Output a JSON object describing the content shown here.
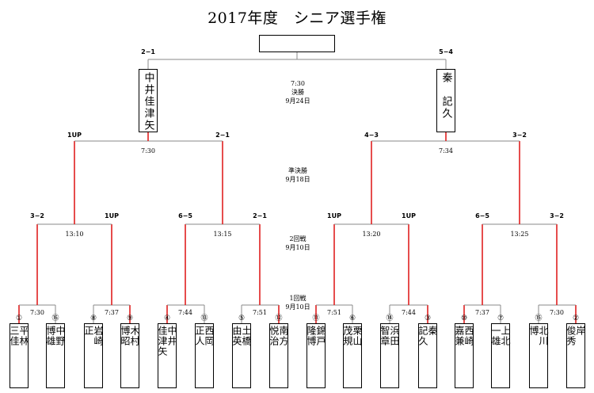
{
  "title": "2017年度　シニア選手権",
  "final": {
    "left_score": "2−1",
    "right_score": "5−4",
    "time": "7:30",
    "label": "決勝",
    "date": "9月24日",
    "left_finalist": "中井佳津矢",
    "right_finalist": "秦　記久"
  },
  "semifinal": {
    "label": "準決勝",
    "date": "9月18日",
    "matches": [
      {
        "left_score": "1UP",
        "right_score": "2−1",
        "time": "7:30"
      },
      {
        "left_score": "4−3",
        "right_score": "3−2",
        "time": "7:34"
      }
    ]
  },
  "round2": {
    "label": "2回戦",
    "date": "9月10日",
    "matches": [
      {
        "left_score": "3−2",
        "right_score": "1UP",
        "time": "13:10"
      },
      {
        "left_score": "6−5",
        "right_score": "2−1",
        "time": "13:15"
      },
      {
        "left_score": "1UP",
        "right_score": "1UP",
        "time": "13:20"
      },
      {
        "left_score": "6−5",
        "right_score": "3−2",
        "time": "13:25"
      }
    ]
  },
  "round1": {
    "label": "1回戦",
    "date": "9月10日",
    "matches": [
      {
        "time": "7:30"
      },
      {
        "time": "7:37"
      },
      {
        "time": "7:44"
      },
      {
        "time": "7:51"
      },
      {
        "time": "7:51"
      },
      {
        "time": "7:44"
      },
      {
        "time": "7:37"
      },
      {
        "time": "7:30"
      }
    ]
  },
  "players": [
    {
      "seed": "①",
      "col1": "平林",
      "col2": "三佳"
    },
    {
      "seed": "⑯",
      "col1": "中野",
      "col2": "博雄"
    },
    {
      "seed": "⑧",
      "col1": "岩崎",
      "col2": "正"
    },
    {
      "seed": "⑨",
      "col1": "木村",
      "col2": "博昭"
    },
    {
      "seed": "④",
      "col1": "中井",
      "col2": "佳津矢"
    },
    {
      "seed": "⑬",
      "col1": "西岡",
      "col2": "正人"
    },
    {
      "seed": "⑤",
      "col1": "土橋",
      "col2": "由英"
    },
    {
      "seed": "⑫",
      "col1": "南方",
      "col2": "悦治"
    },
    {
      "seed": "⑪",
      "col1": "錦戸",
      "col2": "隆博"
    },
    {
      "seed": "⑥",
      "col1": "栗山",
      "col2": "茂規"
    },
    {
      "seed": "⑭",
      "col1": "浜田",
      "col2": "智章"
    },
    {
      "seed": "③",
      "col1": "秦",
      "col2": "記久"
    },
    {
      "seed": "⑩",
      "col1": "西崎",
      "col2": "嘉兼"
    },
    {
      "seed": "⑦",
      "col1": "上北",
      "col2": "一雄"
    },
    {
      "seed": "⑮",
      "col1": "北川",
      "col2": "博"
    },
    {
      "seed": "②",
      "col1": "岸",
      "col2": "俊秀"
    }
  ],
  "colors": {
    "winner_line": "#e02020",
    "line": "#888888"
  }
}
